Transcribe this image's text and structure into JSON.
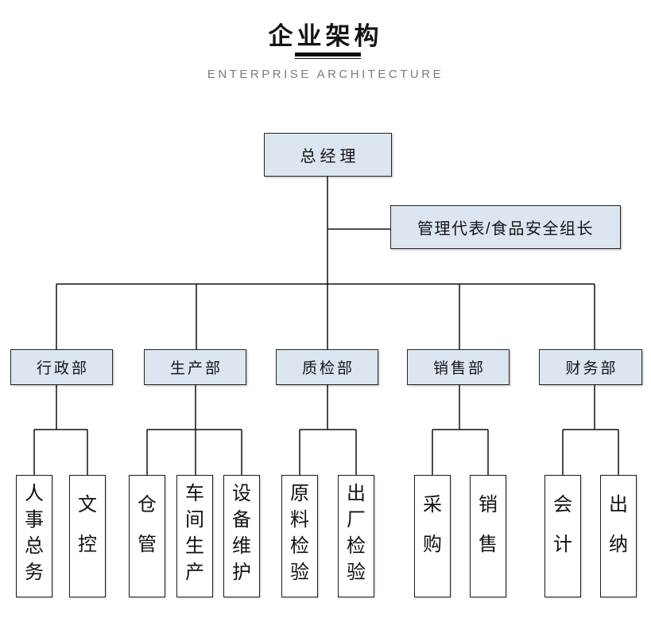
{
  "header": {
    "title": "企业架构",
    "subtitle": "ENTERPRISE ARCHITECTURE"
  },
  "chart": {
    "root": {
      "label": "总经理"
    },
    "staff": {
      "label": "管理代表/食品安全组长"
    },
    "departments": [
      {
        "label": "行政部",
        "children": [
          "人事总务",
          "文控"
        ]
      },
      {
        "label": "生产部",
        "children": [
          "仓管",
          "车间生产",
          "设备维护"
        ]
      },
      {
        "label": "质检部",
        "children": [
          "原料检验",
          "出厂检验"
        ]
      },
      {
        "label": "销售部",
        "children": [
          "采购",
          "销售"
        ]
      },
      {
        "label": "财务部",
        "children": [
          "会计",
          "出纳"
        ]
      }
    ]
  },
  "colors": {
    "node_fill": "#dce6f1",
    "node_border": "#242424",
    "connector_line": "#111111",
    "subtitle_gray": "#7b7b7b",
    "title_black": "#141414"
  }
}
